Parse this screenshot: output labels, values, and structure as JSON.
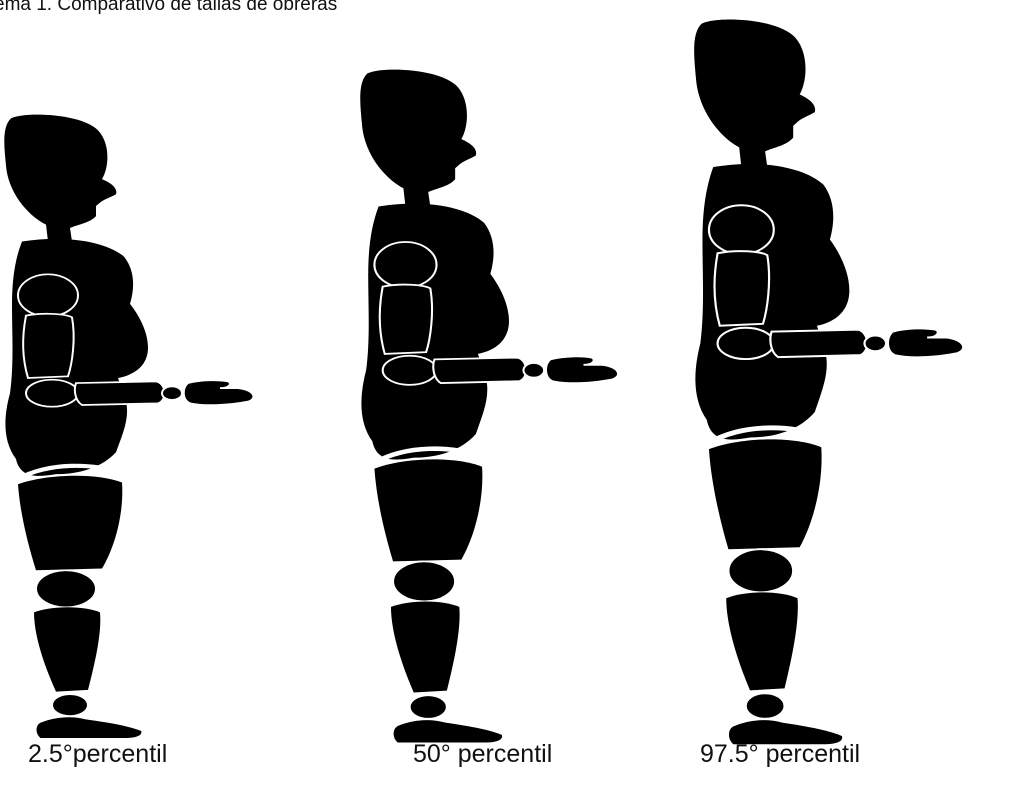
{
  "caption": "ema 1. Comparativo de tallas de obreras",
  "figures": [
    {
      "label": "2.5°percentil"
    },
    {
      "label": "50° percentil"
    },
    {
      "label": "97.5° percentil"
    }
  ],
  "colors": {
    "silhouette": "#000000",
    "joint_outline": "#ffffff",
    "background": "#ffffff"
  }
}
